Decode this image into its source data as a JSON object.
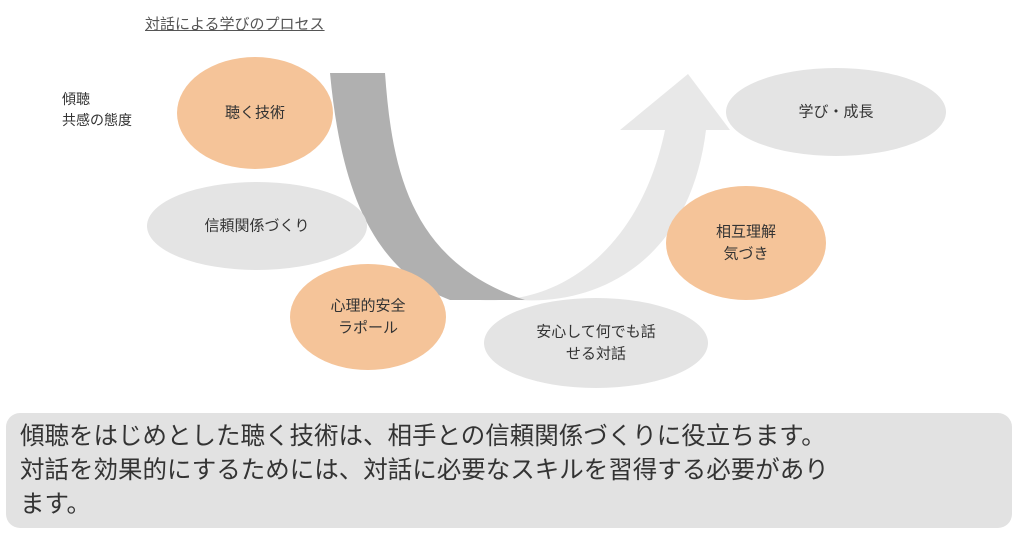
{
  "title": "対話による学びのプロセス",
  "side_note": [
    "傾聴",
    "共感の態度"
  ],
  "nodes": [
    {
      "id": "listening-skill",
      "lines": [
        "聴く技術"
      ],
      "fill": "#f5c499"
    },
    {
      "id": "trust-building",
      "lines": [
        "信頼関係づくり"
      ],
      "fill": "#e4e4e4"
    },
    {
      "id": "psych-safety",
      "lines": [
        "心理的安全",
        "ラポール"
      ],
      "fill": "#f5c499"
    },
    {
      "id": "safe-dialogue",
      "lines": [
        "安心して何でも話",
        "せる対話"
      ],
      "fill": "#e4e4e4"
    },
    {
      "id": "mutual-understanding",
      "lines": [
        "相互理解",
        "気づき"
      ],
      "fill": "#f5c499"
    },
    {
      "id": "growth",
      "lines": [
        "学び・成長"
      ],
      "fill": "#e4e4e4"
    }
  ],
  "colors": {
    "orange": "#f5c499",
    "light_gray": "#e4e4e4",
    "arrow_down": "#b0b0b0",
    "arrow_up": "#e8e8e8",
    "summary_bg": "#e2e2e2"
  },
  "summary": [
    "傾聴をはじめとした聴く技術は、相手との信頼関係づくりに役立ちます。",
    "対話を効果的にするためには、対話に必要なスキルを習得する必要があり",
    "ます。"
  ]
}
